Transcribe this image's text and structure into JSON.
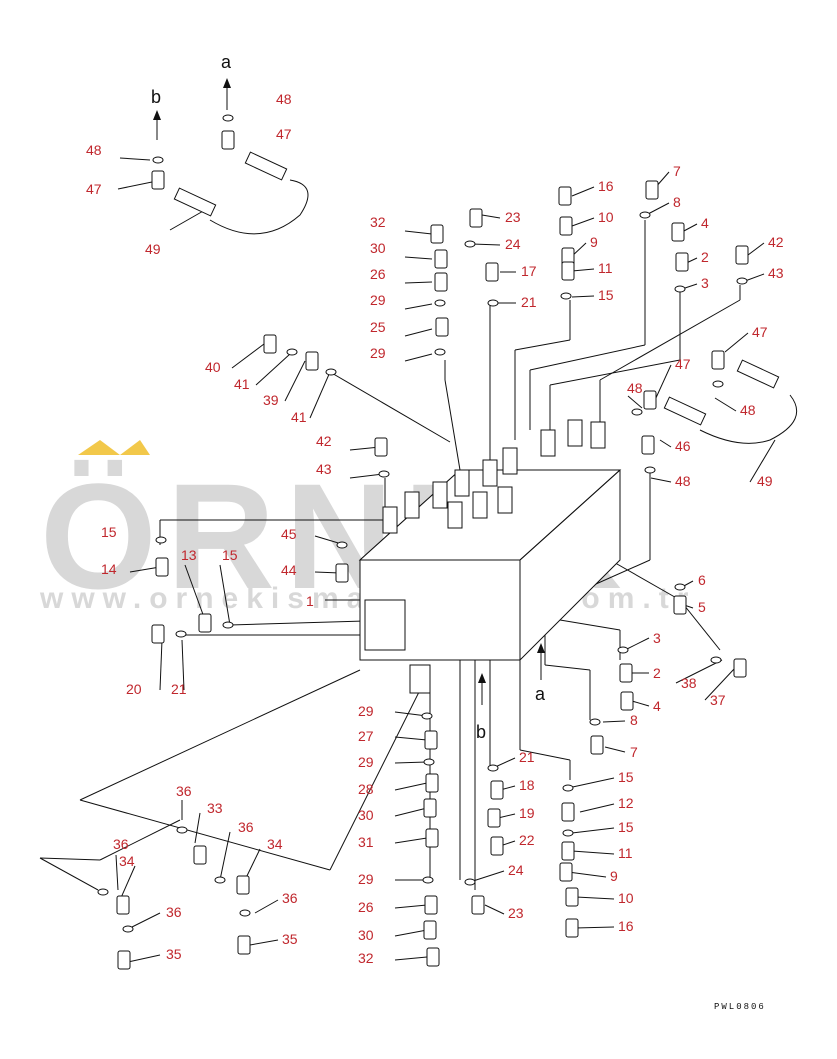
{
  "watermark": {
    "brand": "ÖRNEK",
    "url": "www.ornekismakinaleri.com.tr",
    "accent": "#f2c84a"
  },
  "drawing_code": "PWL0806",
  "direction_marks": {
    "a": "a",
    "b": "b"
  },
  "callouts": [
    "48",
    "47",
    "49",
    "48",
    "47",
    "32",
    "30",
    "26",
    "29",
    "25",
    "29",
    "23",
    "24",
    "17",
    "21",
    "16",
    "10",
    "9",
    "11",
    "15",
    "7",
    "8",
    "4",
    "2",
    "3",
    "42",
    "43",
    "40",
    "41",
    "39",
    "41",
    "42",
    "43",
    "47",
    "48",
    "46",
    "47",
    "48",
    "48",
    "49",
    "15",
    "14",
    "13",
    "15",
    "45",
    "44",
    "1",
    "20",
    "21",
    "6",
    "5",
    "3",
    "2",
    "4",
    "8",
    "7",
    "38",
    "37",
    "29",
    "27",
    "29",
    "28",
    "30",
    "31",
    "29",
    "26",
    "30",
    "32",
    "21",
    "18",
    "19",
    "22",
    "24",
    "23",
    "15",
    "12",
    "15",
    "11",
    "9",
    "10",
    "16",
    "36",
    "33",
    "36",
    "34",
    "36",
    "34",
    "36",
    "36",
    "35",
    "35"
  ],
  "line_color": "#111111",
  "label_color": "#c0272d"
}
